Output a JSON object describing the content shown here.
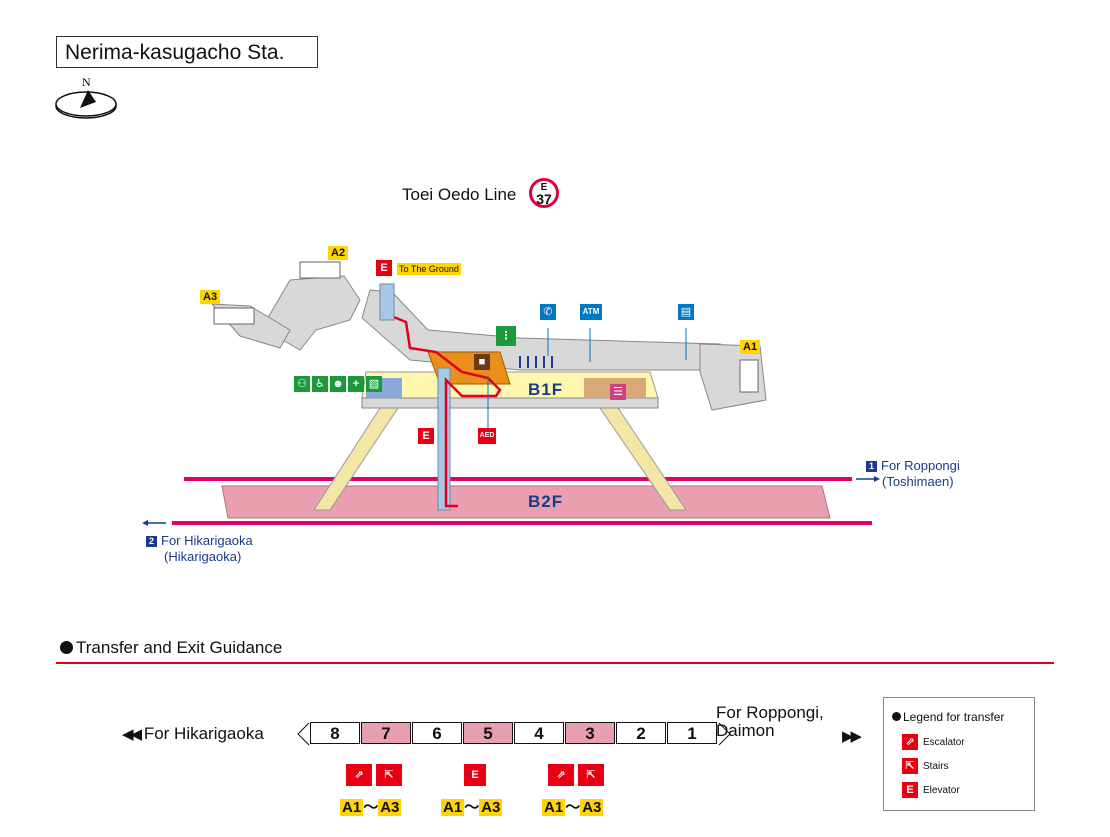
{
  "station_name": "Nerima-kasugacho Sta.",
  "compass_label": "N",
  "line": {
    "name": "Toei Oedo Line",
    "code_letter": "E",
    "code_number": "37",
    "color": "#e0003c"
  },
  "floors": {
    "b1": "B1F",
    "b2": "B2F"
  },
  "exits": {
    "a1": "A1",
    "a2": "A2",
    "a3": "A3"
  },
  "to_ground": "To The Ground",
  "directions": {
    "roppongi": {
      "num": "1",
      "line1": "For Roppongi",
      "line2": "(Toshimaen)"
    },
    "hikarigaoka": {
      "num": "2",
      "line1": "For Hikarigaoka",
      "line2": "(Hikarigaoka)"
    }
  },
  "facility_icons": {
    "atm": "ATM",
    "aed": "AED",
    "phone": "phone-icon",
    "coin_locker": "coin-locker-icon",
    "toilet": "toilet-icon",
    "accessible": "wheelchair-icon",
    "baby": "baby-icon",
    "ostomate": "ostomate-icon",
    "stairs": "stairs-icon",
    "elevator": "elevator-icon",
    "info": "info-icon",
    "ticket_machine": "ticket-machine-icon"
  },
  "guidance": {
    "title": "Transfer and Exit Guidance",
    "for_left": "For Hikarigaoka",
    "for_right_line1": "For Roppongi,",
    "for_right_line2": "Daimon",
    "cars": [
      {
        "label": "8",
        "highlight": false
      },
      {
        "label": "7",
        "highlight": true
      },
      {
        "label": "6",
        "highlight": false
      },
      {
        "label": "5",
        "highlight": true
      },
      {
        "label": "4",
        "highlight": false
      },
      {
        "label": "3",
        "highlight": true
      },
      {
        "label": "2",
        "highlight": false
      },
      {
        "label": "1",
        "highlight": false
      }
    ],
    "car7": {
      "from": "A1",
      "sep": "〜",
      "to": "A3"
    },
    "car5": {
      "from": "A1",
      "sep": "〜",
      "to": "A3"
    },
    "car3": {
      "from": "A1",
      "sep": "〜",
      "to": "A3"
    }
  },
  "legend": {
    "title": "Legend for transfer",
    "escalator": "Escalator",
    "stairs": "Stairs",
    "elevator": "Elevator"
  },
  "colors": {
    "platform_pink": "#e8a0b0",
    "concourse_yellow": "#fff6b0",
    "corridor_gray": "#d8d8d8",
    "route_red": "#e2001a",
    "exit_yellow": "#ffd400",
    "label_blue": "#1a3a8c"
  }
}
